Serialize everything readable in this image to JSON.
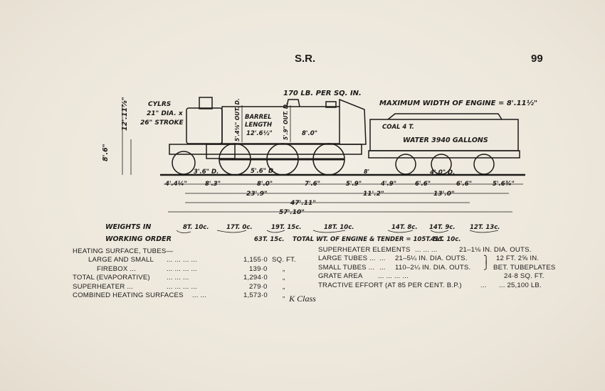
{
  "header": {
    "railway": "S.R.",
    "page_number": "99"
  },
  "diagram": {
    "pressure": "170 LB. PER SQ. IN.",
    "max_width": "MAXIMUM WIDTH OF ENGINE = 8'.11½\"",
    "cylinders": [
      "CYLRS",
      "21\" DIA. x",
      "26\" STROKE"
    ],
    "height_a": "12'.11⅞\"",
    "height_b": "8'.6\"",
    "barrel_1": "5'.4⅛\" OUT. D.",
    "barrel_2": "5'.9\" OUT. D.",
    "barrel_length": [
      "BARREL",
      "LENGTH",
      "12'.6½\""
    ],
    "firebox_len": "8'.0\"",
    "coal": "COAL 4 T.",
    "water": "WATER 3940 GALLONS",
    "wheel_dias": [
      "3'.6\" D.",
      "5'.6\" D.",
      "4'.0\" D."
    ],
    "gap": "8'",
    "dims_row1": [
      "4'.4¼\"",
      "8'.3\"",
      "8'.0\"",
      "7'.6\"",
      "5'.9\"",
      "4'.9\"",
      "6'.6\"",
      "6'.6\"",
      "5'.6¾\""
    ],
    "dims_row2": [
      "23'.9\"",
      "11'.2\"",
      "13'.0\""
    ],
    "dims_row3": "47'.11\"",
    "dims_row4": "57'.10\"",
    "weights_label": [
      "WEIGHTS IN",
      "WORKING ORDER"
    ],
    "axle_weights": [
      "8T. 10c.",
      "17T. 0c.",
      "19T. 15c.",
      "18T. 10c.",
      "14T. 8c.",
      "14T. 9c.",
      "12T. 13c."
    ],
    "engine_total": "63T. 15c.",
    "grand_total": "TOTAL WT. OF ENGINE & TENDER = 105T. 5c.",
    "tender_total": "41T. 10c."
  },
  "specs_left": {
    "heading": "HEATING SURFACE, TUBES—",
    "rows": [
      {
        "label": "LARGE AND SMALL",
        "dots": "...     ...     ...     ...",
        "value": "1,155·0",
        "unit": "SQ. FT."
      },
      {
        "label": "FIREBOX ...",
        "dots": "...     ...     ...     ...",
        "value": "139·0",
        "unit": "„"
      },
      {
        "label": "TOTAL (EVAPORATIVE)",
        "dots": "...     ...     ...",
        "value": "1,294·0",
        "unit": "„"
      },
      {
        "label": "SUPERHEATER ...",
        "dots": "...     ...     ...     ...",
        "value": "279·0",
        "unit": "„"
      },
      {
        "label": "COMBINED HEATING SURFACES",
        "dots": "...     ...",
        "value": "1,573·0",
        "unit": "„"
      }
    ]
  },
  "specs_right": {
    "superheater": {
      "label": "SUPERHEATER ELEMENTS",
      "dots": "...     ...     ...",
      "value": "21–1⅛ IN. DIA. OUTS."
    },
    "large_tubes": {
      "label": "LARGE TUBES ...",
      "dots": "...",
      "value": "21–5¼ IN. DIA. OUTS."
    },
    "small_tubes": {
      "label": "SMALL TUBES ...",
      "dots": "...",
      "value": "110–2¼ IN. DIA. OUTS."
    },
    "tube_length": "12 FT. 2⅝ IN.",
    "tube_note": "BET. TUBEPLATES",
    "grate": {
      "label": "GRATE AREA",
      "dots": "...     ...     ...     ...",
      "value": "24·8 SQ. FT."
    },
    "tractive": {
      "label": "TRACTIVE EFFORT (AT 85 PER CENT. B.P.)",
      "dots": "...",
      "value": "... 25,100 LB."
    }
  },
  "caption": "K Class"
}
